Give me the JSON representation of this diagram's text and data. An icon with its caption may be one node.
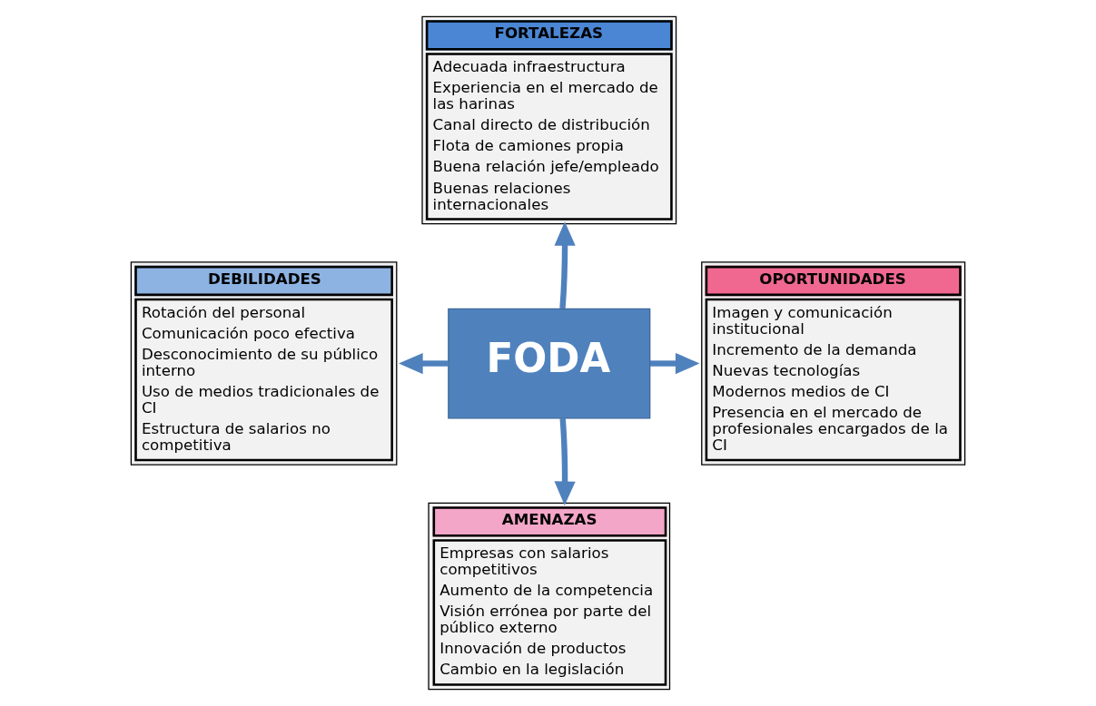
{
  "diagram": {
    "nodes": [
      {
        "text": [
          "FORTALEZAS",
          "Adecuada infraestructura",
          "Experiencia en el mercado de las harinas",
          "Canal directo de distribución",
          "Flota de camiones propia",
          "Buena relación jefe/empleado",
          "Buenas relaciones internacionales"
        ]
      },
      {
        "text": [
          "DEBILIDADES",
          "Rotación del personal",
          "Comunicación poco efectiva",
          "Desconocimiento de su público interno",
          "Uso de medios tradicionales de CI",
          "Estructura de salarios no competitiva"
        ]
      },
      {
        "text": [
          "FODA"
        ]
      },
      {
        "text": [
          "OPORTUNIDADES",
          "Imagen y comunicación institucional",
          "Incremento de la demanda",
          "Nuevas tecnologías",
          "Modernos medios de CI",
          "Presencia en el mercado de profesionales encargados de la CI"
        ]
      },
      {
        "text": [
          "AMENAZAS",
          "Empresas con salarios competitivos",
          "Aumento de la competencia",
          "Visión errónea por parte del público externo",
          "Innovación de productos",
          "Cambio en la legislación"
        ]
      }
    ],
    "edges": [
      {
        "from": 2,
        "to": 0,
        "arrow": "to"
      },
      {
        "from": 2,
        "to": 1,
        "arrow": "to"
      },
      {
        "from": 2,
        "to": 3,
        "arrow": "to"
      },
      {
        "from": 2,
        "to": 4,
        "arrow": "to"
      }
    ]
  }
}
